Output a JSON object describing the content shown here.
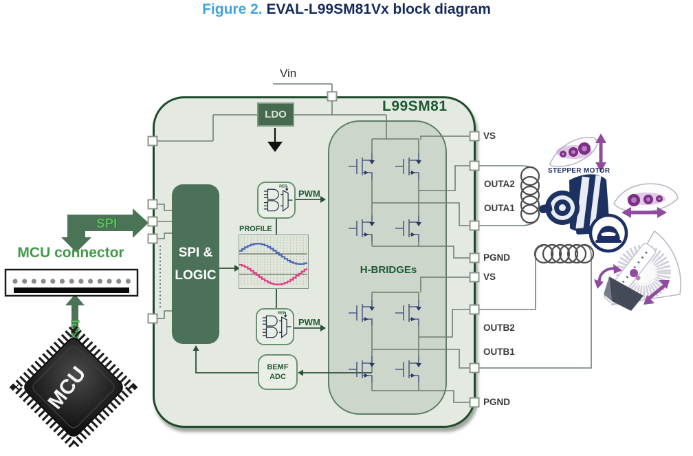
{
  "figure": {
    "label": "Figure 2.",
    "caption": "EVAL-L99SM81Vx block diagram"
  },
  "device": {
    "name": "L99SM81",
    "vin": "Vin",
    "ldo": "LDO",
    "spi_logic_line1": "SPI &",
    "spi_logic_line2": "LOGIC",
    "profile": "PROFILE",
    "pwm": "PWM",
    "ref": "REF",
    "bemf_line1": "BEMF",
    "bemf_line2": "ADC",
    "hbridges": "H-BRIDGEs",
    "right_pins": [
      {
        "label": "VS"
      },
      {
        "label": "OUTA2"
      },
      {
        "label": "OUTA1"
      },
      {
        "label": "PGND"
      },
      {
        "label": "VS"
      },
      {
        "label": "OUTB2"
      },
      {
        "label": "OUTB1"
      },
      {
        "label": "PGND"
      }
    ]
  },
  "mcu_side": {
    "connector": "MCU connector",
    "chip": "MCU",
    "spi": "SPI"
  },
  "load_side": {
    "stepper": "STEPPER MOTOR"
  },
  "colors": {
    "figure_blue": "#3fa3dc",
    "title_navy": "#152a5e",
    "block_fill": "#e4eae2",
    "block_border": "#1f4a2c",
    "dark_green": "#4b7158",
    "dark_green_text": "#1d5a31",
    "bright_green": "#5ec161",
    "wire_gray": "#6e7c72",
    "mosfet_blue": "#4d5c7f",
    "navy": "#1c2f63",
    "purple": "#8f4c9e",
    "wave_blue": "#4a66b8",
    "wave_pink": "#e23a85"
  }
}
